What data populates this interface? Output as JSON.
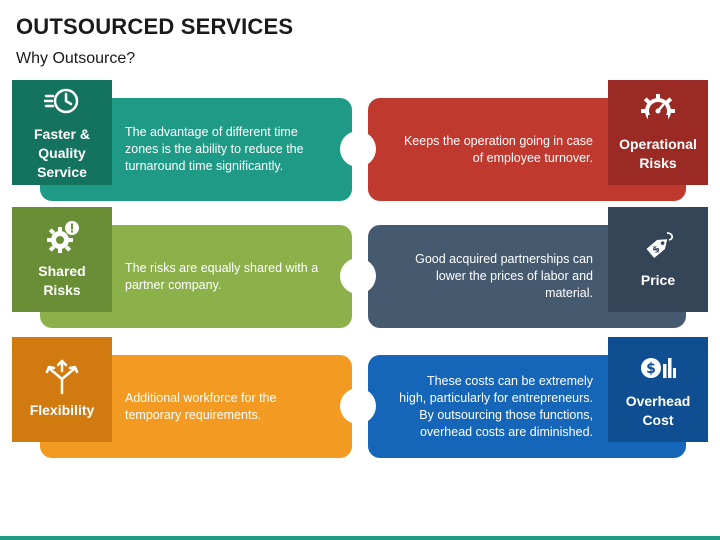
{
  "page": {
    "title": "OUTSOURCED SERVICES",
    "subtitle": "Why Outsource?"
  },
  "cards": {
    "faster": {
      "label": "Faster & Quality Service",
      "description": "The advantage of different time zones is the ability to reduce the turnaround time significantly.",
      "icon": "speed-clock-icon",
      "color": "#1f9a86",
      "tab_color": "#14735f"
    },
    "shared": {
      "label": "Shared Risks",
      "description": "The risks are equally shared with a partner company.",
      "icon": "gear-warning-icon",
      "color": "#8cb14b",
      "tab_color": "#6a8e35"
    },
    "flexibility": {
      "label": "Flexibility",
      "description": "Additional workforce for the temporary requirements.",
      "icon": "split-arrows-icon",
      "color": "#f29a22",
      "tab_color": "#d17a0f"
    },
    "operational": {
      "label": "Operational Risks",
      "description": "Keeps the operation going in case of employee turnover.",
      "icon": "gauge-gear-icon",
      "color": "#c0392f",
      "tab_color": "#9a2a23"
    },
    "price": {
      "label": "Price",
      "description": "Good acquired partnerships can lower the prices of labor and material.",
      "icon": "price-tag-icon",
      "color": "#465a6f",
      "tab_color": "#354558"
    },
    "overhead": {
      "label": "Overhead Cost",
      "description": "These costs can be extremely high, particularly for entrepreneurs. By outsourcing those functions, overhead costs are diminished.",
      "icon": "dollar-chart-icon",
      "color": "#1565b8",
      "tab_color": "#0f4e91"
    }
  },
  "footer": {
    "color": "#1f9a86"
  }
}
